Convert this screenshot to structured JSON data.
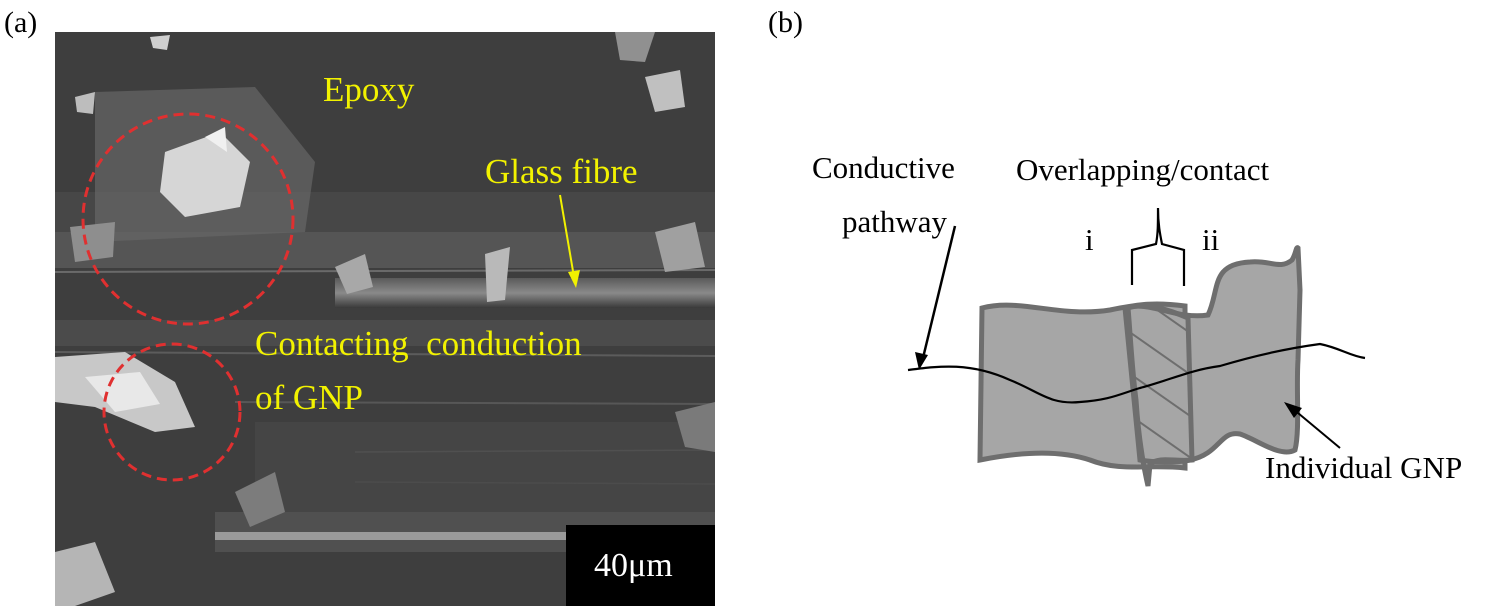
{
  "panels": {
    "a": {
      "label": "(a)",
      "annotations": {
        "epoxy": "Epoxy",
        "glass_fibre": "Glass fibre",
        "contacting": "Contacting  conduction",
        "of_gnp": "of GNP"
      },
      "scale_bar": "40μm",
      "annotation_color": "#f2f200",
      "circle_color": "#e03030"
    },
    "b": {
      "label": "(b)",
      "labels": {
        "conductive_line1": "Conductive",
        "conductive_line2": "pathway",
        "overlapping": "Overlapping/contact",
        "region_i": "i",
        "region_ii": "ii",
        "individual_gnp": "Individual GNP"
      },
      "fill_color": "#a6a6a6",
      "outline_color": "#6e6e6e"
    }
  }
}
